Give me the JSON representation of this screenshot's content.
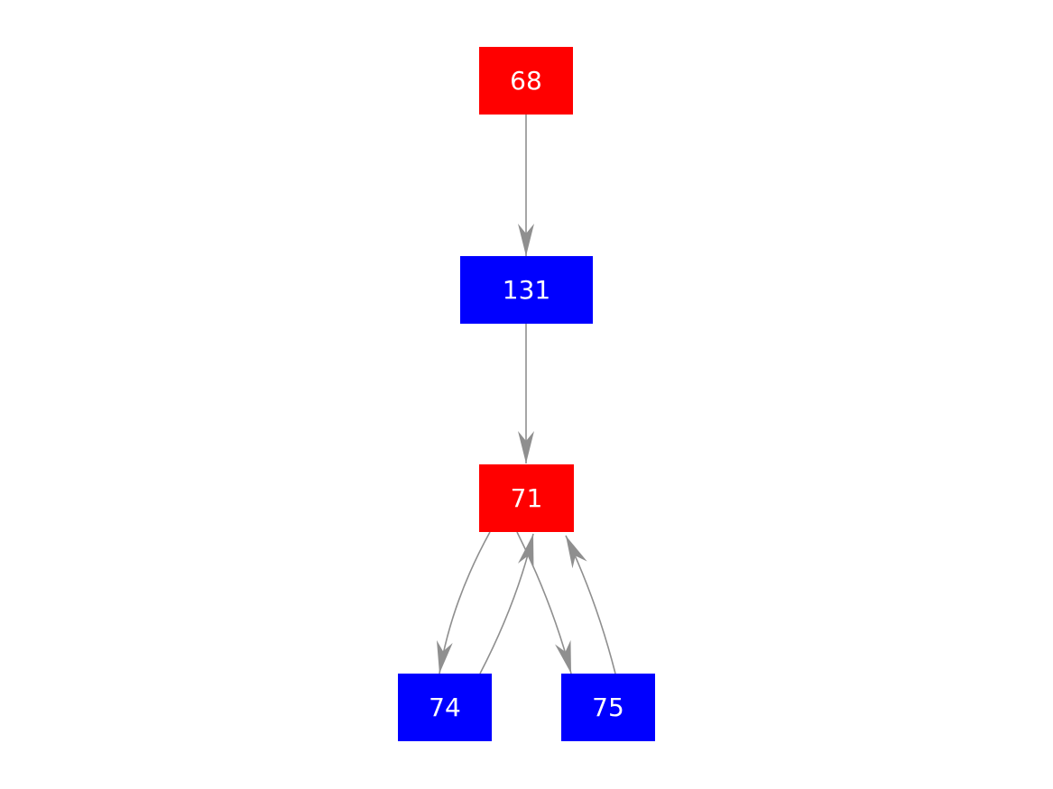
{
  "page": {
    "background_color": "#ffffff"
  },
  "graph": {
    "type": "directed-graph",
    "edge_color": "#8f8f8f",
    "nodes": [
      {
        "id": "68",
        "label": "68",
        "color": "#ff0000",
        "text_color": "#ffffff"
      },
      {
        "id": "131",
        "label": "131",
        "color": "#0000ff",
        "text_color": "#ffffff"
      },
      {
        "id": "71",
        "label": "71",
        "color": "#ff0000",
        "text_color": "#ffffff"
      },
      {
        "id": "74",
        "label": "74",
        "color": "#0000ff",
        "text_color": "#ffffff"
      },
      {
        "id": "75",
        "label": "75",
        "color": "#0000ff",
        "text_color": "#ffffff"
      }
    ],
    "edges": [
      {
        "from": "68",
        "to": "131"
      },
      {
        "from": "131",
        "to": "71"
      },
      {
        "from": "71",
        "to": "74"
      },
      {
        "from": "74",
        "to": "71"
      },
      {
        "from": "71",
        "to": "75"
      },
      {
        "from": "75",
        "to": "71"
      }
    ]
  }
}
